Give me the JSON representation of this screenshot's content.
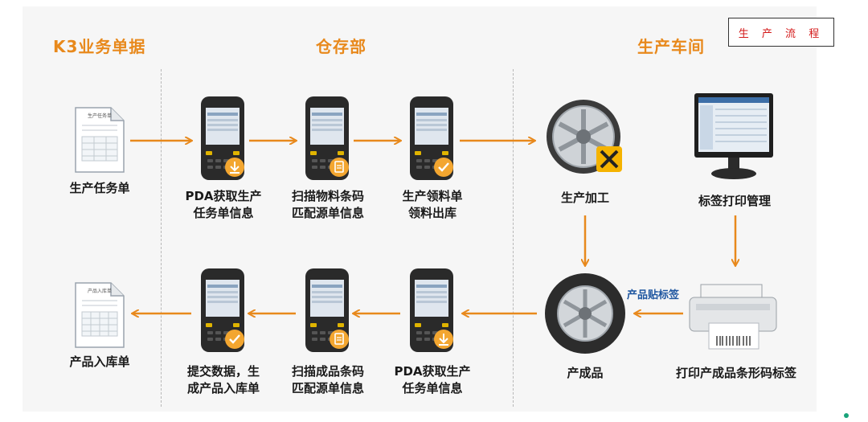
{
  "badge": "生 产 流 程",
  "sections": {
    "k3": "K3业务单据",
    "warehouse": "仓存部",
    "workshop": "生产车间"
  },
  "nodes": {
    "task_doc": "生产任务单",
    "pda_task": [
      "PDA获取生产",
      "任务单信息"
    ],
    "scan_material": [
      "扫描物料条码",
      "匹配源单信息"
    ],
    "pick_material": [
      "生产领料单",
      "领料出库"
    ],
    "processing": "生产加工",
    "label_mgmt": "标签打印管理",
    "print_label": "打印产成品条形码标签",
    "finished": "产成品",
    "pda_task2": [
      "PDA获取生产",
      "任务单信息"
    ],
    "scan_finished": [
      "扫描成品条码",
      "匹配源单信息"
    ],
    "submit": [
      "提交数据，生",
      "成产品入库单"
    ],
    "inbound_doc": "产品入库单"
  },
  "edge_label": "产品贴标签",
  "icons": {
    "doc": "document-icon",
    "pda": "pda-scanner-icon",
    "download": "download-badge-icon",
    "clipboard": "clipboard-badge-icon",
    "check": "check-badge-icon",
    "wheel_tool": "wheel-with-tools-icon",
    "monitor": "monitor-icon",
    "tire": "tire-icon",
    "printer": "label-printer-icon"
  },
  "doc_titles": {
    "task": "生产任务单",
    "inbound": "产品入库单"
  },
  "colors": {
    "accent": "#e8891c",
    "badge_text": "#d41a1a",
    "edge_label": "#1e56a0"
  }
}
